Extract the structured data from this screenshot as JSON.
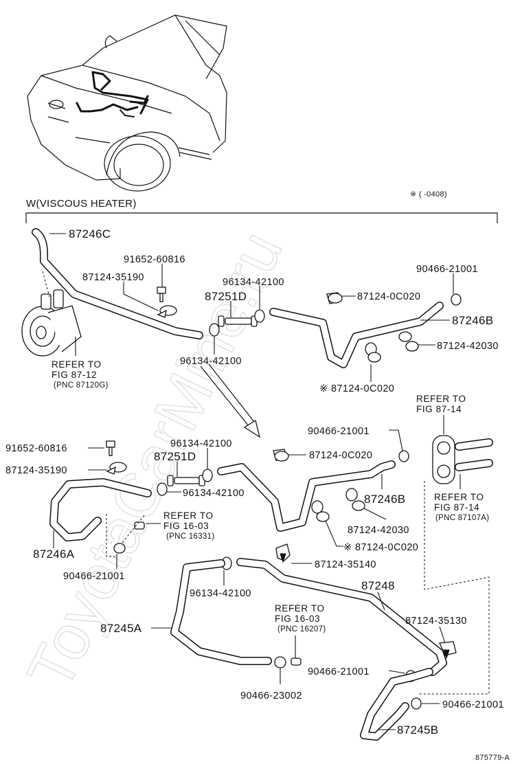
{
  "watermark": "ToyotaCarMine.ru",
  "section_title": "W(VISCOUS HEATER)",
  "date_note": "※ (      -0408)",
  "figure_code": "875779-A",
  "top_group": {
    "hose_c": "87246C",
    "bolt": "91652-60816",
    "clamp_35190": "87124-35190",
    "clamp_96134_upper": "96134-42100",
    "pipe_d": "87251D",
    "clamp_96134_lower": "96134-42100",
    "clamp_0c020_upper": "87124-0C020",
    "clip_90466": "90466-21001",
    "hose_b": "87246B",
    "clamp_42030": "87124-42030",
    "clamp_0c020_lower": "※ 87124-0C020",
    "refer_pump": {
      "l1": "REFER TO",
      "l2": "FIG 87-12",
      "l3": "(PNC 87120G)"
    }
  },
  "bottom_group": {
    "bolt": "91652-60816",
    "clamp_35190": "87124-35190",
    "clamp_96134_upper": "96134-42100",
    "pipe_d": "87251D",
    "clamp_96134_right": "96134-42100",
    "clip_90466_top": "90466-21001",
    "clamp_0c020_upper": "87124-0C020",
    "hose_b": "87246B",
    "clamp_42030": "87124-42030",
    "clamp_0c020_lower": "※ 87124-0C020",
    "hose_a": "87246A",
    "clip_90466_left": "90466-21001",
    "refer_1603_a": {
      "l1": "REFER TO",
      "l2": "FIG 16-03",
      "l3": "(PNC 16331)"
    },
    "refer_8714_top": {
      "l1": "REFER TO",
      "l2": "FIG 87-14"
    },
    "refer_8714_bottom": {
      "l1": "REFER TO",
      "l2": "FIG 87-14",
      "l3": "(PNC 87107A)"
    },
    "clamp_35140": "87124-35140",
    "clamp_96134_bottom": "96134-42100",
    "hose_248": "87248",
    "hose_245a": "87245A",
    "refer_1603_b": {
      "l1": "REFER TO",
      "l2": "FIG 16-03",
      "l3": "(PNC 16207)"
    },
    "clamp_35130": "87124-35130",
    "clip_90466_mid": "90466-21001",
    "clip_23002": "90466-23002",
    "clip_90466_low": "90466-21001",
    "hose_245b": "87245B"
  }
}
